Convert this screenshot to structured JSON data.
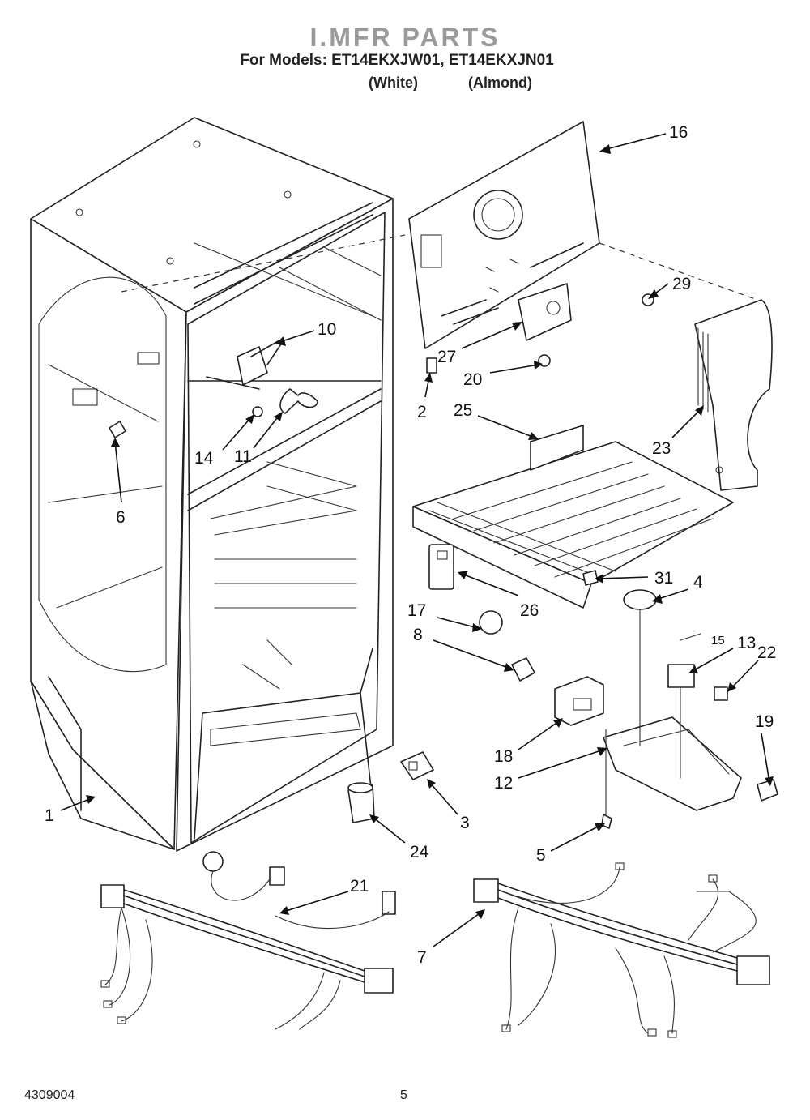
{
  "header": {
    "title": "I.MFR PARTS",
    "models_line": "For Models: ET14EKXJW01, ET14EKXJN01",
    "color_white": "(White)",
    "color_almond": "(Almond)"
  },
  "callouts": {
    "p1": "1",
    "p2": "2",
    "p3": "3",
    "p4": "4",
    "p5": "5",
    "p6": "6",
    "p7": "7",
    "p8": "8",
    "p10": "10",
    "p11": "11",
    "p12": "12",
    "p13": "13",
    "p14": "14",
    "p15": "15",
    "p16": "16",
    "p17": "17",
    "p18": "18",
    "p19": "19",
    "p20": "20",
    "p21": "21",
    "p22": "22",
    "p23": "23",
    "p24": "24",
    "p25": "25",
    "p26": "26",
    "p27": "27",
    "p29": "29",
    "p31": "31"
  },
  "footer": {
    "doc_number": "4309004",
    "page_number": "5"
  }
}
